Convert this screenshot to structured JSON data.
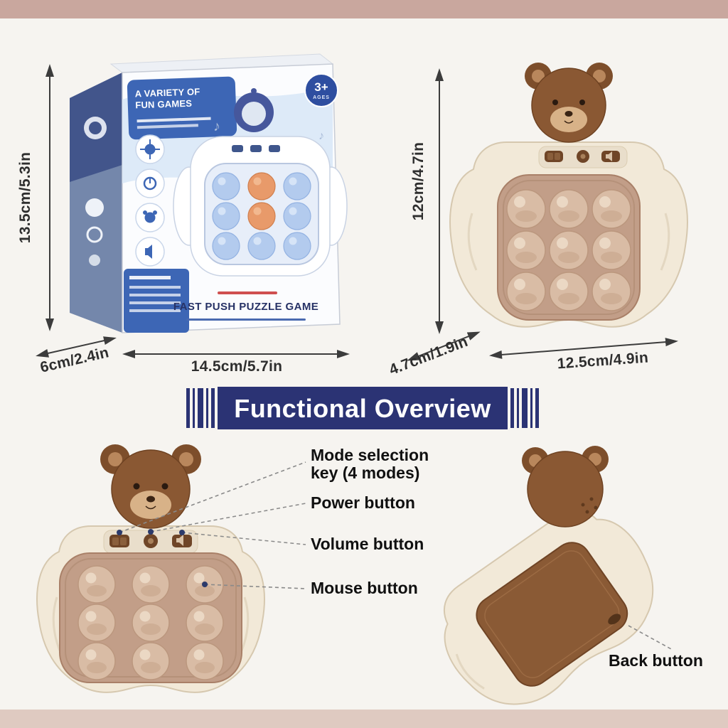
{
  "colors": {
    "banner_navy": "#2b3374",
    "box_blue": "#3d66b5",
    "body_cream": "#f2e9d8",
    "bear_brown": "#8a5833",
    "pop_panel_tan": "#c29e88",
    "bubble_tan": "#d9bca5"
  },
  "box": {
    "variety_line1": "A VARIETY OF",
    "variety_line2": "FUN GAMES",
    "age_badge": "3+",
    "age_label": "AGES",
    "title": "FAST PUSH PUZZLE GAME",
    "dim_height": "13.5cm/5.3in",
    "dim_depth": "6cm/2.4in",
    "dim_width": "14.5cm/5.7in"
  },
  "toy": {
    "dim_height": "12cm/4.7in",
    "dim_depth": "4.7cm/1.9in",
    "dim_width": "12.5cm/4.9in"
  },
  "banner": {
    "title": "Functional Overview"
  },
  "callouts": {
    "mode_line1": "Mode selection",
    "mode_line2": "key (4 modes)",
    "power": "Power button",
    "volume": "Volume button",
    "mouse": "Mouse button",
    "back": "Back button"
  },
  "icons": {
    "music_note": "♪"
  }
}
